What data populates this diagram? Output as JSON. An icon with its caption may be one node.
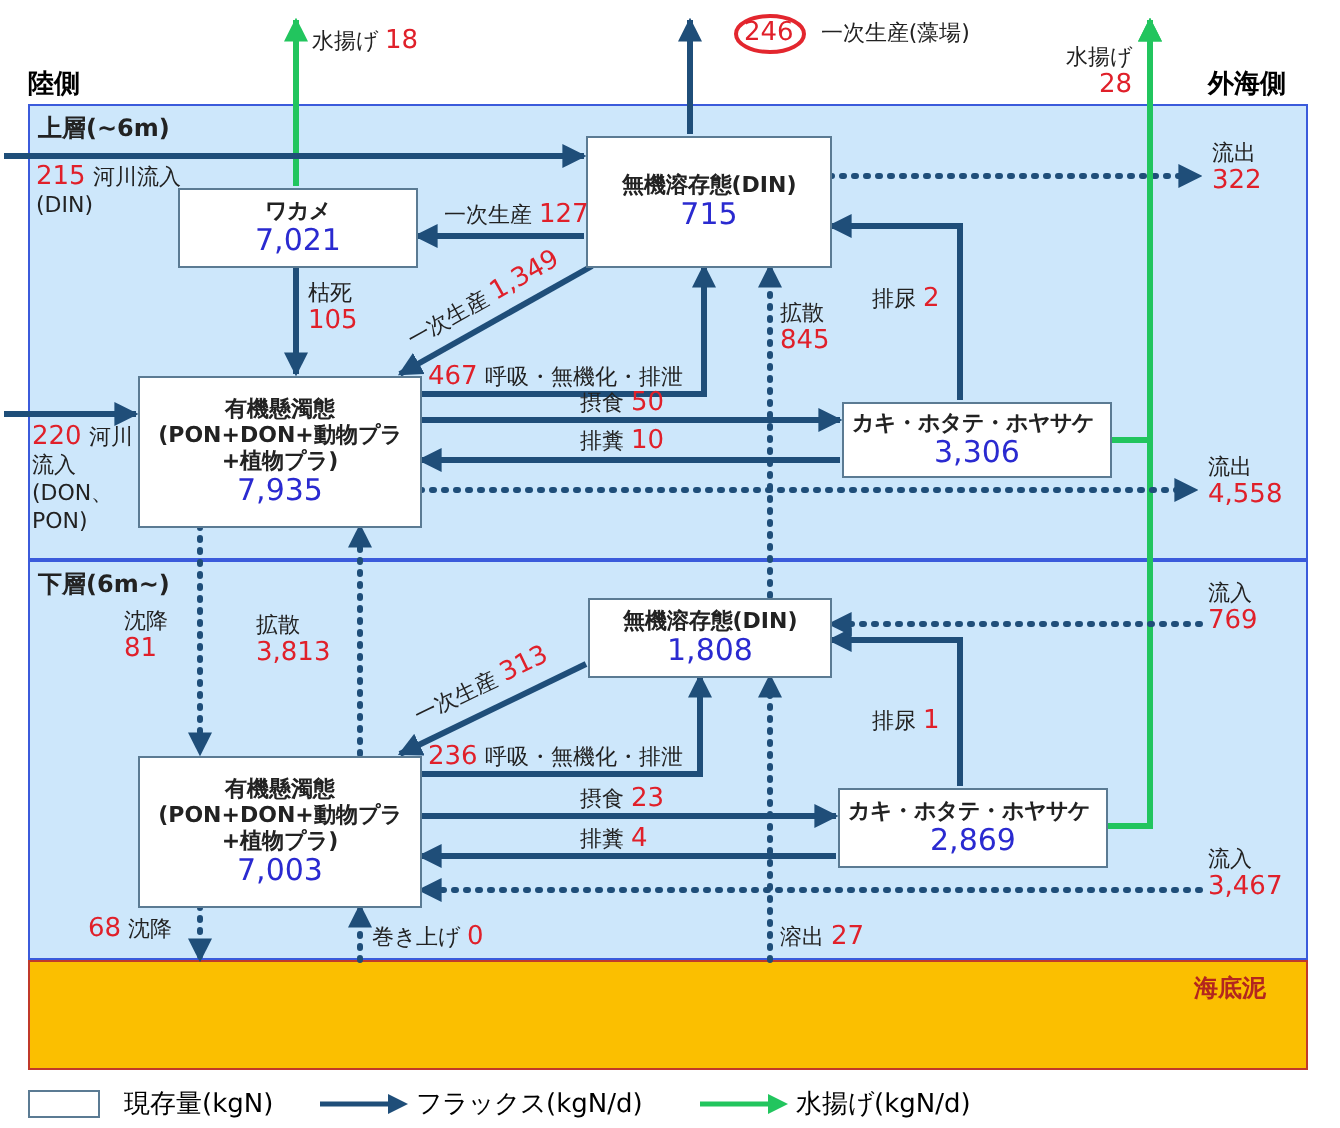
{
  "diagram": {
    "nodes": [
      {
        "text": [
          "上層(~6m)"
        ]
      },
      {
        "text": [
          "ワカメ",
          "7,021"
        ],
        "in": 0
      },
      {
        "text": [
          "無機溶存態(DIN)",
          "715"
        ],
        "in": 0
      },
      {
        "text": [
          "有機懸濁態",
          "(PON+DON+動物プラ+植物プラ)",
          "7,935"
        ],
        "in": 0
      },
      {
        "text": [
          "カキ・ホタテ・ホヤサケ",
          "3,306"
        ],
        "in": 0
      },
      {
        "text": [
          "下層(6m~)"
        ]
      },
      {
        "text": [
          "無機溶存態(DIN)",
          "1,808"
        ],
        "in": 5
      },
      {
        "text": [
          "有機懸濁態",
          "(PON+DON+動物プラ+植物プラ)",
          "7,003"
        ],
        "in": 5
      },
      {
        "text": [
          "カキ・ホタテ・ホヤサケ",
          "2,869"
        ],
        "in": 5
      },
      {
        "text": [
          "海底泥"
        ]
      }
    ],
    "edges": [
      {
        "from": 1,
        "to": null,
        "arrow": "to",
        "label": "水揚げ 18",
        "color": "#22c55e"
      },
      {
        "from": null,
        "to": 2,
        "arrow": "to",
        "label": "215 河川流入(DIN)"
      },
      {
        "from": 2,
        "to": 1,
        "arrow": "to",
        "label": "一次生産 127"
      },
      {
        "from": 2,
        "to": null,
        "arrow": "to",
        "label": "246 一次生産(藻場)"
      },
      {
        "from": 1,
        "to": 3,
        "arrow": "to",
        "label": "枯死 105"
      },
      {
        "from": 2,
        "to": 3,
        "arrow": "to",
        "label": "一次生産 1,349"
      },
      {
        "from": 3,
        "to": 2,
        "arrow": "to",
        "label": "467 呼吸・無機化・排泄"
      },
      {
        "from": 2,
        "to": null,
        "arrow": "to",
        "label": "流出 322",
        "style": "dashed"
      },
      {
        "from": null,
        "to": 3,
        "arrow": "to",
        "label": "220 河川流入(DON、PON)"
      },
      {
        "from": 3,
        "to": 4,
        "arrow": "to",
        "label": "摂食 50"
      },
      {
        "from": 4,
        "to": 3,
        "arrow": "to",
        "label": "排糞 10"
      },
      {
        "from": 4,
        "to": 2,
        "arrow": "to",
        "label": "排尿 2"
      },
      {
        "from": 4,
        "to": null,
        "arrow": "to",
        "label": "水揚げ 28",
        "color": "#22c55e"
      },
      {
        "from": 8,
        "to": null,
        "arrow": "to",
        "color": "#22c55e"
      },
      {
        "from": 3,
        "to": null,
        "arrow": "to",
        "label": "流出 4,558",
        "style": "dashed"
      },
      {
        "from": 6,
        "to": 2,
        "arrow": "to",
        "label": "拡散 845",
        "style": "dashed"
      },
      {
        "from": 3,
        "to": 7,
        "arrow": "to",
        "label": "沈降 81",
        "style": "dashed"
      },
      {
        "from": 7,
        "to": 3,
        "arrow": "to",
        "label": "拡散 3,813",
        "style": "dashed"
      },
      {
        "from": 6,
        "to": 7,
        "arrow": "to",
        "label": "一次生産 313"
      },
      {
        "from": 7,
        "to": 6,
        "arrow": "to",
        "label": "236 呼吸・無機化・排泄"
      },
      {
        "from": 7,
        "to": 8,
        "arrow": "to",
        "label": "摂食 23"
      },
      {
        "from": 8,
        "to": 7,
        "arrow": "to",
        "label": "排糞 4"
      },
      {
        "from": 8,
        "to": 6,
        "arrow": "to",
        "label": "排尿 1"
      },
      {
        "from": null,
        "to": 6,
        "arrow": "to",
        "label": "流入 769",
        "style": "dashed"
      },
      {
        "from": null,
        "to": 7,
        "arrow": "to",
        "label": "流入 3,467",
        "style": "dashed"
      },
      {
        "from": 7,
        "to": 9,
        "arrow": "to",
        "label": "68 沈降",
        "style": "dashed"
      },
      {
        "from": 9,
        "to": 7,
        "arrow": "to",
        "label": "巻き上げ 0",
        "style": "dashed"
      },
      {
        "from": 9,
        "to": 6,
        "arrow": "to",
        "label": "溶出 27",
        "style": "dashed"
      }
    ],
    "labels": [
      "陸側",
      "外海側"
    ],
    "legend": [
      {
        "text": "現存量(kgN)"
      },
      {
        "text": "フラックス(kgN/d)"
      },
      {
        "text": "水揚げ(kgN/d)"
      }
    ]
  }
}
